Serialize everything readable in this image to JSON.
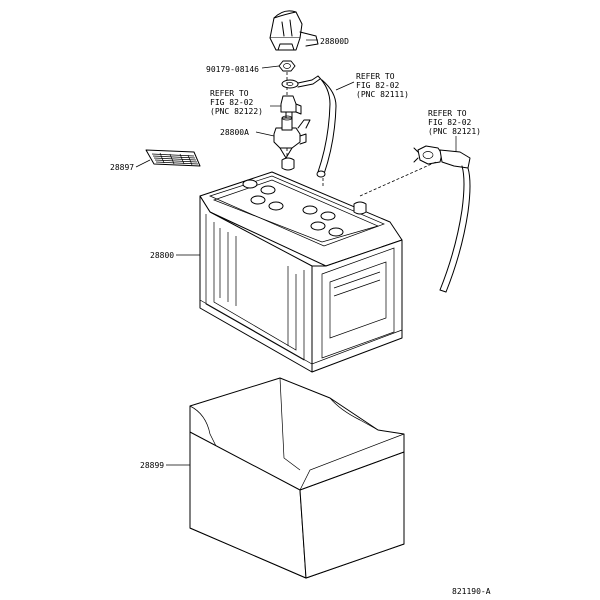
{
  "parts": {
    "p28800D": "28800D",
    "p90179": "90179-08146",
    "p28800A": "28800A",
    "p28897": "28897",
    "p28800": "28800",
    "p28899": "28899"
  },
  "refs": {
    "ref_82111": {
      "line1": "REFER TO",
      "line2": "FIG 82-02",
      "line3": "(PNC 82111)"
    },
    "ref_82122": {
      "line1": "REFER TO",
      "line2": "FIG 82-02",
      "line3": "(PNC 82122)"
    },
    "ref_82121": {
      "line1": "REFER TO",
      "line2": "FIG 82-02",
      "line3": "(PNC 82121)"
    }
  },
  "figure_id": "821190-A"
}
